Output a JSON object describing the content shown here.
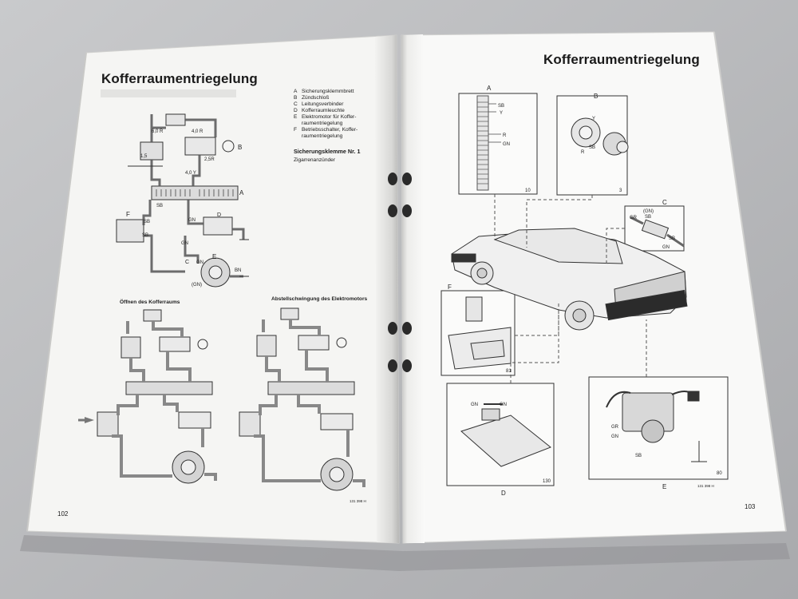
{
  "left_page": {
    "title": "Kofferraumentriegelung",
    "legend": [
      {
        "key": "A",
        "text": "Sicherungsklemmbrett"
      },
      {
        "key": "B",
        "text": "Zündschloß"
      },
      {
        "key": "C",
        "text": "Leitungsverbinder"
      },
      {
        "key": "D",
        "text": "Kofferraumleuchte"
      },
      {
        "key": "E",
        "text": "Elektromotor für Koffer-"
      },
      {
        "key": "",
        "text": "raumentriegelung"
      },
      {
        "key": "F",
        "text": "Betriebsschalter, Koffer-"
      },
      {
        "key": "",
        "text": "raumentriegelung"
      }
    ],
    "fuse_heading": "Sicherungsklemme Nr. 1",
    "fuse_text": "Zigarrenanzünder",
    "diagram1_labels": {
      "w1": "6,0 R",
      "w2": "4,0 R",
      "w3": "2,5R",
      "w4": "4,0 Y",
      "w5": "1,5",
      "a": "A",
      "b": "B",
      "c": "C",
      "d": "D",
      "e": "E",
      "f": "F",
      "sb1": "SB",
      "sb2": "SB",
      "sb3": "SB",
      "gn1": "GN",
      "gn2": "GN",
      "gn3": "GN",
      "gn4": "(GN)",
      "bn": "BN"
    },
    "diagram2_title": "Öffnen des Kofferraums",
    "diagram3_title": "Abstellschwingung des Elektromotors",
    "code": "131 398 H",
    "page_number": "102"
  },
  "right_page": {
    "title": "Kofferraumentriegelung",
    "callouts": {
      "a": "A",
      "b": "B",
      "c": "C",
      "d": "D",
      "e": "E",
      "f": "F",
      "a_sb": "SB",
      "a_y": "Y",
      "a_r": "R",
      "a_gn": "GN",
      "a_num": "10",
      "b_y": "Y",
      "b_r": "R",
      "b_sb": "SB",
      "b_num": "3",
      "c_gn_top": "(GN)",
      "c_sb_top": "SB",
      "c_gr": "GR",
      "c_sb": "SB",
      "c_gn": "GN",
      "f_num": "81",
      "d_gn1": "GN",
      "d_gn2": "GN",
      "d_num": "130",
      "e_gr": "GR",
      "e_gn": "GN",
      "e_sb": "SB",
      "e_num": "80"
    },
    "code": "131 398 H",
    "page_number": "103"
  },
  "colors": {
    "background": "#bfc0c2",
    "left_paper": "#f6f6f4",
    "right_paper": "#f9f9f8",
    "ink": "#1a1a1a",
    "wire_fill": "#8c8c8c"
  }
}
